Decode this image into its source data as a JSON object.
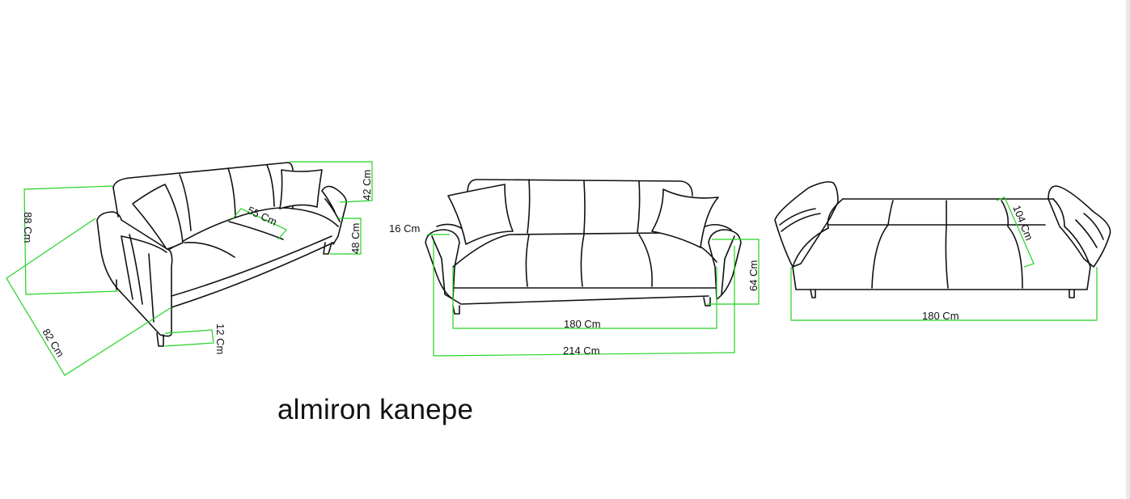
{
  "title": "almiron kanepe",
  "colors": {
    "dimension_line": "#22d322",
    "outline": "#111111",
    "background": "#ffffff"
  },
  "views": {
    "perspective": {
      "height": "88 Cm",
      "depth": "82 Cm",
      "seat_depth": "55 Cm",
      "back_height": "42 Cm",
      "seat_height": "48 Cm",
      "leg_height": "12 Cm"
    },
    "front": {
      "arm_width": "16 Cm",
      "height": "64 Cm",
      "inner_width": "180 Cm",
      "total_width": "214 Cm"
    },
    "bed": {
      "bed_depth": "104 Cm",
      "bed_width": "180 Cm"
    }
  }
}
